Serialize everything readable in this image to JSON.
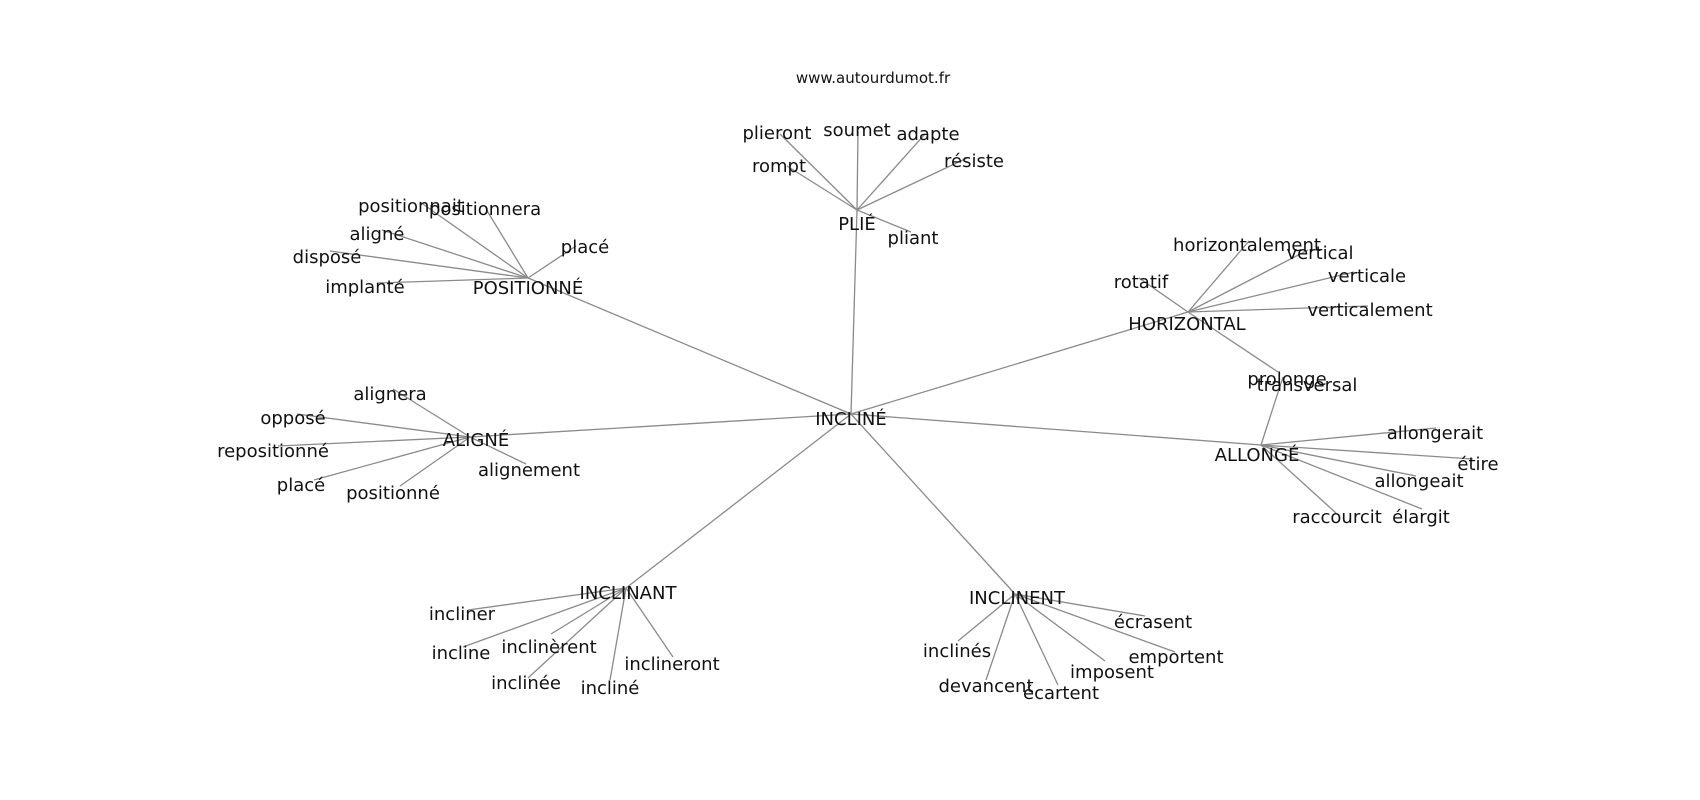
{
  "watermark": "www.autourdumot.fr",
  "center": {
    "id": "incline",
    "label": "INCLINÉ"
  },
  "hubs": [
    {
      "id": "plie",
      "label": "PLIÉ",
      "leaves": [
        {
          "id": "plieront",
          "label": "plieront"
        },
        {
          "id": "soumet",
          "label": "soumet"
        },
        {
          "id": "adapte",
          "label": "adapte"
        },
        {
          "id": "resiste",
          "label": "résiste"
        },
        {
          "id": "rompt",
          "label": "rompt"
        },
        {
          "id": "pliant",
          "label": "pliant"
        }
      ]
    },
    {
      "id": "positionne",
      "label": "POSITIONNÉ",
      "leaves": [
        {
          "id": "positionnait",
          "label": "positionnait"
        },
        {
          "id": "positionnera",
          "label": "positionnera"
        },
        {
          "id": "aligne-2",
          "label": "aligné"
        },
        {
          "id": "place-1",
          "label": "placé"
        },
        {
          "id": "dispose",
          "label": "disposé"
        },
        {
          "id": "implante",
          "label": "implanté"
        }
      ]
    },
    {
      "id": "horizontal",
      "label": "HORIZONTAL",
      "leaves": [
        {
          "id": "horizontalement",
          "label": "horizontalement"
        },
        {
          "id": "vertical",
          "label": "vertical"
        },
        {
          "id": "rotatif",
          "label": "rotatif"
        },
        {
          "id": "verticale",
          "label": "verticale"
        },
        {
          "id": "verticalement",
          "label": "verticalement"
        },
        {
          "id": "transversal",
          "label": "transversal"
        }
      ]
    },
    {
      "id": "aligne",
      "label": "ALIGNÉ",
      "leaves": [
        {
          "id": "alignera",
          "label": "alignera"
        },
        {
          "id": "oppose",
          "label": "opposé"
        },
        {
          "id": "repositionne",
          "label": "repositionné"
        },
        {
          "id": "alignement",
          "label": "alignement"
        },
        {
          "id": "place-2",
          "label": "placé"
        },
        {
          "id": "positionne-leaf",
          "label": "positionné"
        }
      ]
    },
    {
      "id": "allonge",
      "label": "ALLONGÉ",
      "leaves": [
        {
          "id": "prolonge",
          "label": "prolonge"
        },
        {
          "id": "allongerait",
          "label": "allongerait"
        },
        {
          "id": "etire",
          "label": "étire"
        },
        {
          "id": "allongeait",
          "label": "allongeait"
        },
        {
          "id": "raccourcit",
          "label": "raccourcit"
        },
        {
          "id": "elargit",
          "label": "élargit"
        }
      ]
    },
    {
      "id": "inclinant",
      "label": "INCLINANT",
      "leaves": [
        {
          "id": "incliner",
          "label": "incliner"
        },
        {
          "id": "incline-leaf",
          "label": "incline"
        },
        {
          "id": "inclinerent",
          "label": "inclinèrent"
        },
        {
          "id": "inclineront",
          "label": "inclineront"
        },
        {
          "id": "inclinee",
          "label": "inclinée"
        },
        {
          "id": "incline-m",
          "label": "incliné"
        }
      ]
    },
    {
      "id": "inclinent",
      "label": "INCLINENT",
      "leaves": [
        {
          "id": "ecrasent",
          "label": "écrasent"
        },
        {
          "id": "inclines",
          "label": "inclinés"
        },
        {
          "id": "emportent",
          "label": "emportent"
        },
        {
          "id": "imposent",
          "label": "imposent"
        },
        {
          "id": "devancent",
          "label": "devancent"
        },
        {
          "id": "ecartent",
          "label": "écartent"
        }
      ]
    }
  ]
}
